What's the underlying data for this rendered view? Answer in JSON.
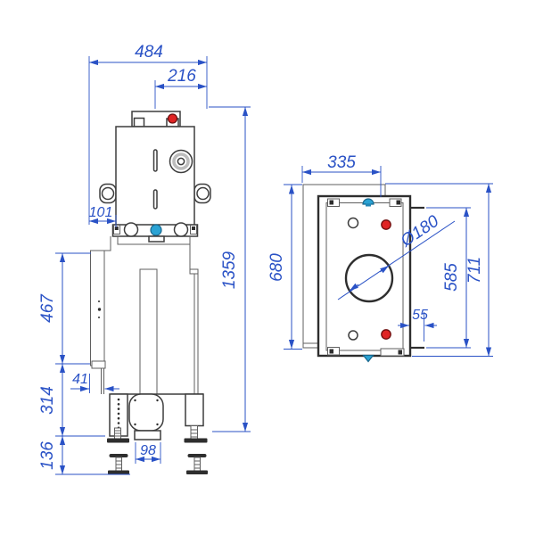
{
  "drawing_type": "technical-dimension-drawing",
  "colors": {
    "dimension_blue": "#2a52c6",
    "line_dark": "#3d3d3d",
    "red_marker": "#e02424",
    "blue_marker": "#2ba3d4",
    "gray_ring": "#bdbdbd"
  },
  "front_view": {
    "dims": {
      "overall_width": "484",
      "flue_width": "216",
      "left_offset": "101",
      "overall_height": "1359",
      "panel_height": "467",
      "panel_offset": "41",
      "base_height": "314",
      "foot_adjust": "136",
      "duct_width": "98"
    }
  },
  "side_view": {
    "dims": {
      "depth": "335",
      "body_height": "680",
      "flue_diameter": "Ø180",
      "rear_height": "585",
      "total_height": "711",
      "stub_offset": "55"
    }
  }
}
